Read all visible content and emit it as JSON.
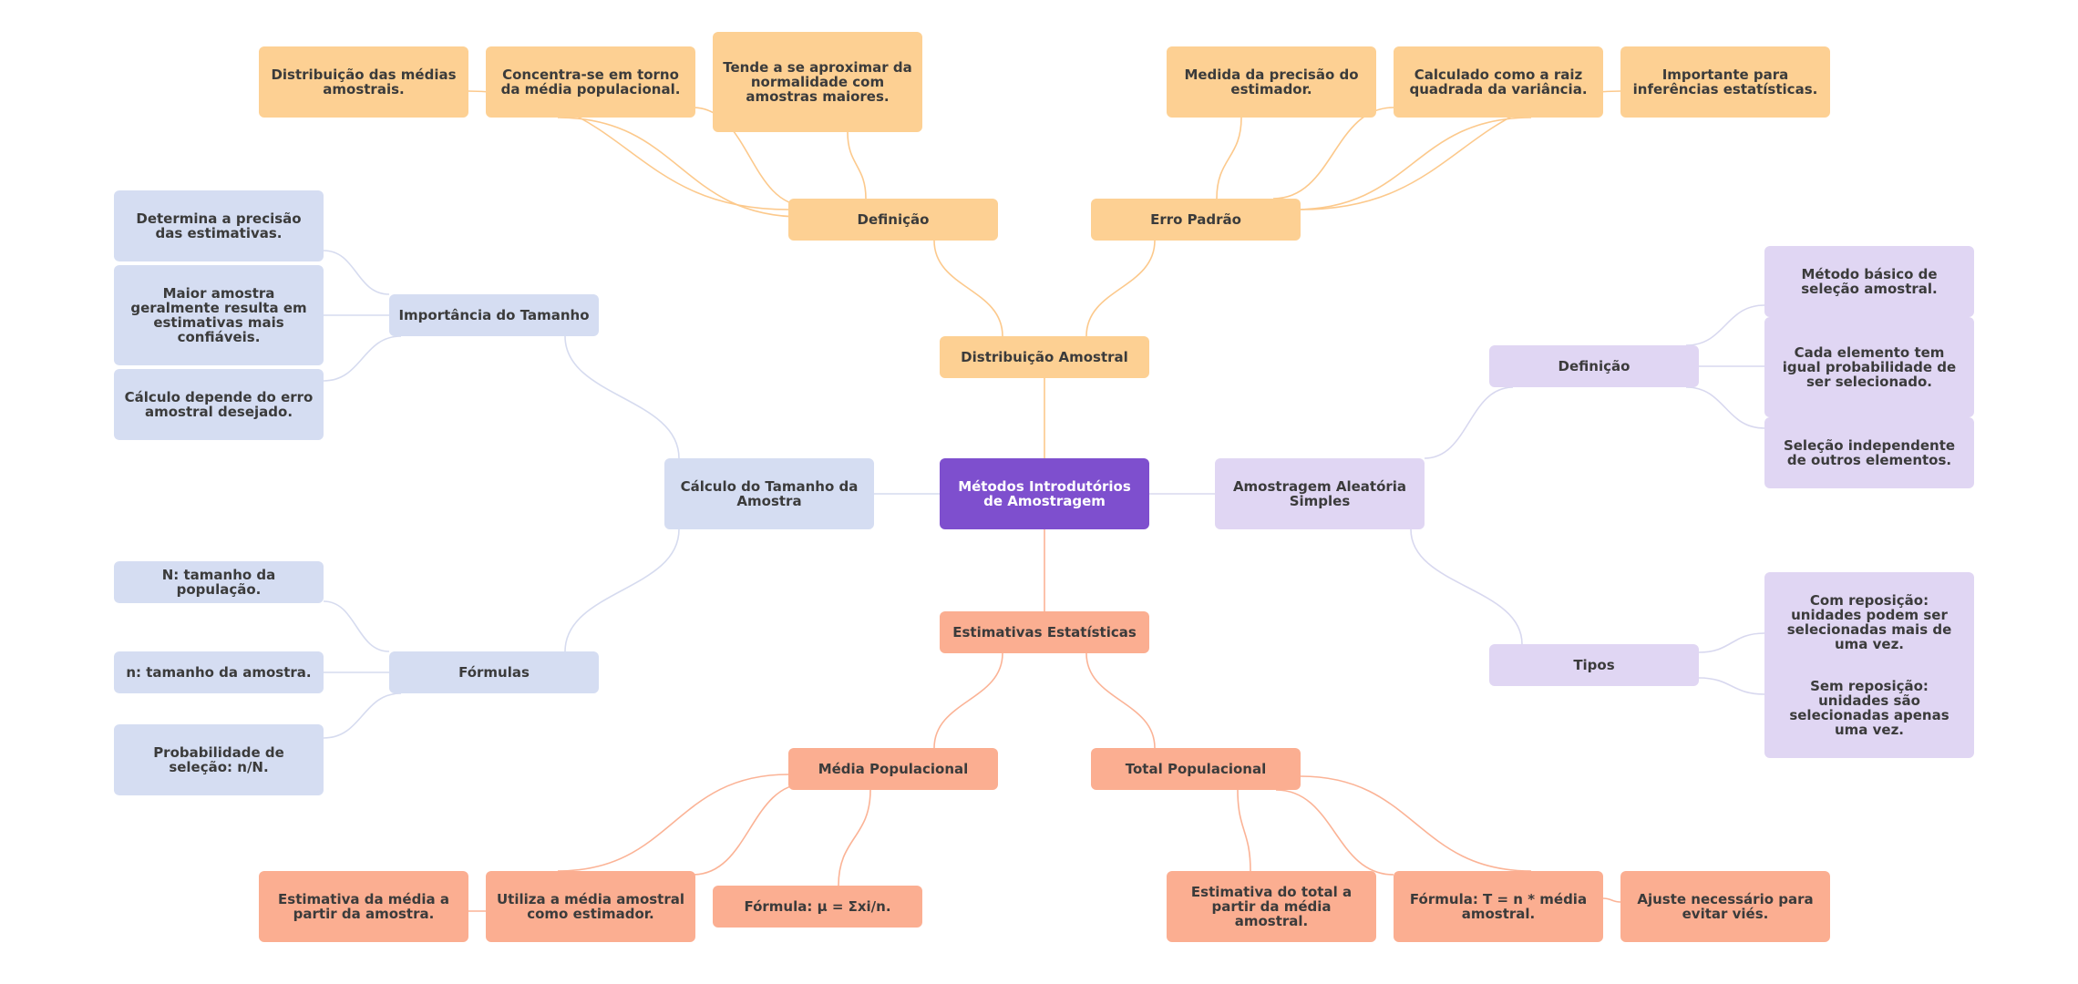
{
  "colors": {
    "root": "#7e4fce",
    "orange": "#fdd093",
    "orange_edge": "#fcc98c",
    "purple": "#e0d6f3",
    "purple_edge": "#d8d8ef",
    "blue": "#d5ddf2",
    "blue_edge": "#d6dbef",
    "salmon": "#fbae91",
    "salmon_edge": "#fbb396"
  },
  "mindmap": {
    "root": "Métodos Introdutórios de Amostragem",
    "distribuicao_amostral": {
      "label": "Distribuição Amostral",
      "definicao": {
        "label": "Definição",
        "items": [
          "Distribuição das médias amostrais.",
          "Concentra-se em torno da média populacional.",
          "Tende a se aproximar da normalidade com amostras maiores."
        ]
      },
      "erro_padrao": {
        "label": "Erro Padrão",
        "items": [
          "Medida da precisão do estimador.",
          "Calculado como a raiz quadrada da variância.",
          "Importante para inferências estatísticas."
        ]
      }
    },
    "amostragem_aleatoria": {
      "label": "Amostragem Aleatória Simples",
      "definicao": {
        "label": "Definição",
        "items": [
          "Método básico de seleção amostral.",
          "Cada elemento tem igual probabilidade de ser selecionado.",
          "Seleção independente de outros elementos."
        ]
      },
      "tipos": {
        "label": "Tipos",
        "items": [
          "Com reposição: unidades podem ser selecionadas mais de uma vez.",
          "Sem reposição: unidades são selecionadas apenas uma vez."
        ]
      }
    },
    "estimativas": {
      "label": "Estimativas Estatísticas",
      "media": {
        "label": "Média Populacional",
        "items": [
          "Estimativa da média a partir da amostra.",
          "Utiliza a média amostral como estimador.",
          "Fórmula: μ = Σxi/n."
        ]
      },
      "total": {
        "label": "Total Populacional",
        "items": [
          "Estimativa do total a partir da média amostral.",
          "Fórmula: T = n * média amostral.",
          "Ajuste necessário para evitar viés."
        ]
      }
    },
    "tamanho": {
      "label": "Cálculo do Tamanho da Amostra",
      "importancia": {
        "label": "Importância do Tamanho",
        "items": [
          "Determina a precisão das estimativas.",
          "Maior amostra geralmente resulta em estimativas mais confiáveis.",
          "Cálculo depende do erro amostral desejado."
        ]
      },
      "formulas": {
        "label": "Fórmulas",
        "items": [
          "N: tamanho da população.",
          "n: tamanho da amostra.",
          "Probabilidade de seleção: n/N."
        ]
      }
    }
  }
}
